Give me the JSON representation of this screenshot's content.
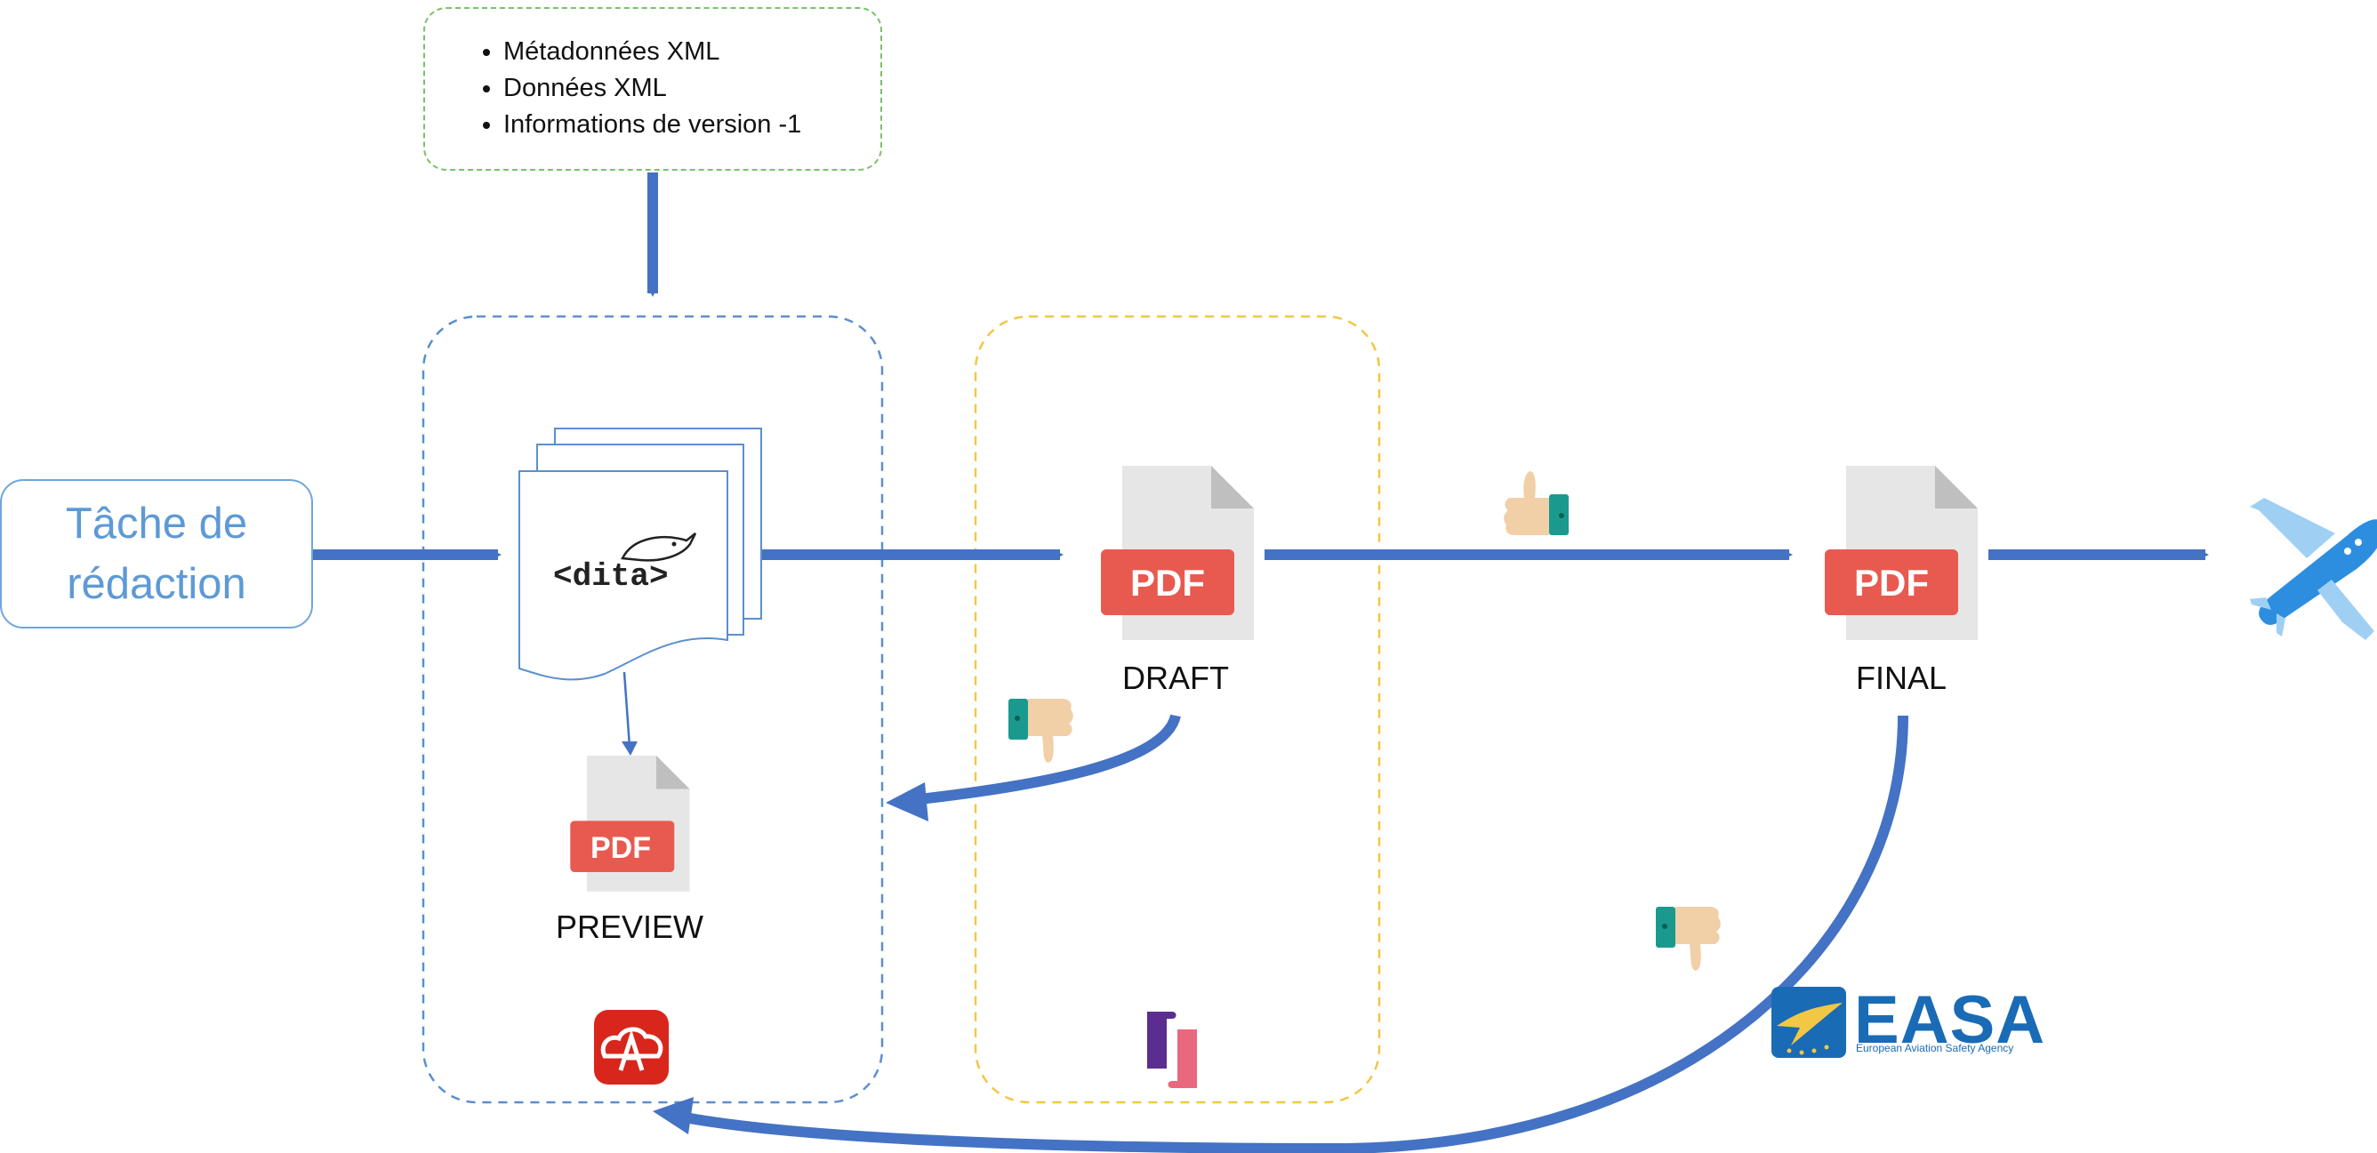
{
  "metadata_box": {
    "items": [
      "Métadonnées XML",
      "Données XML",
      "Informations de version -1"
    ]
  },
  "task_box": {
    "label_line1": "Tâche de",
    "label_line2": "rédaction"
  },
  "dita": {
    "logo_text": "<dita>"
  },
  "pdf_badge": "PDF",
  "stages": {
    "preview": "PREVIEW",
    "draft": "DRAFT",
    "final": "FINAL"
  },
  "easa": {
    "name": "EASA",
    "tagline": "European Aviation Safety Agency"
  },
  "colors": {
    "arrow": "#4472c4",
    "dashed_blue": "#5b8fd0",
    "dashed_yellow": "#f2c744",
    "dashed_green": "#7cc06a",
    "pdf_red": "#e85a4f",
    "doc_gray": "#e6e6e6"
  },
  "icons": {
    "approve": "thumbs-up-icon",
    "reject": "thumbs-down-icon",
    "authoring_tool": "acrobat-cloud-icon",
    "review_tool": "review-app-icon",
    "target": "airplane-icon"
  }
}
